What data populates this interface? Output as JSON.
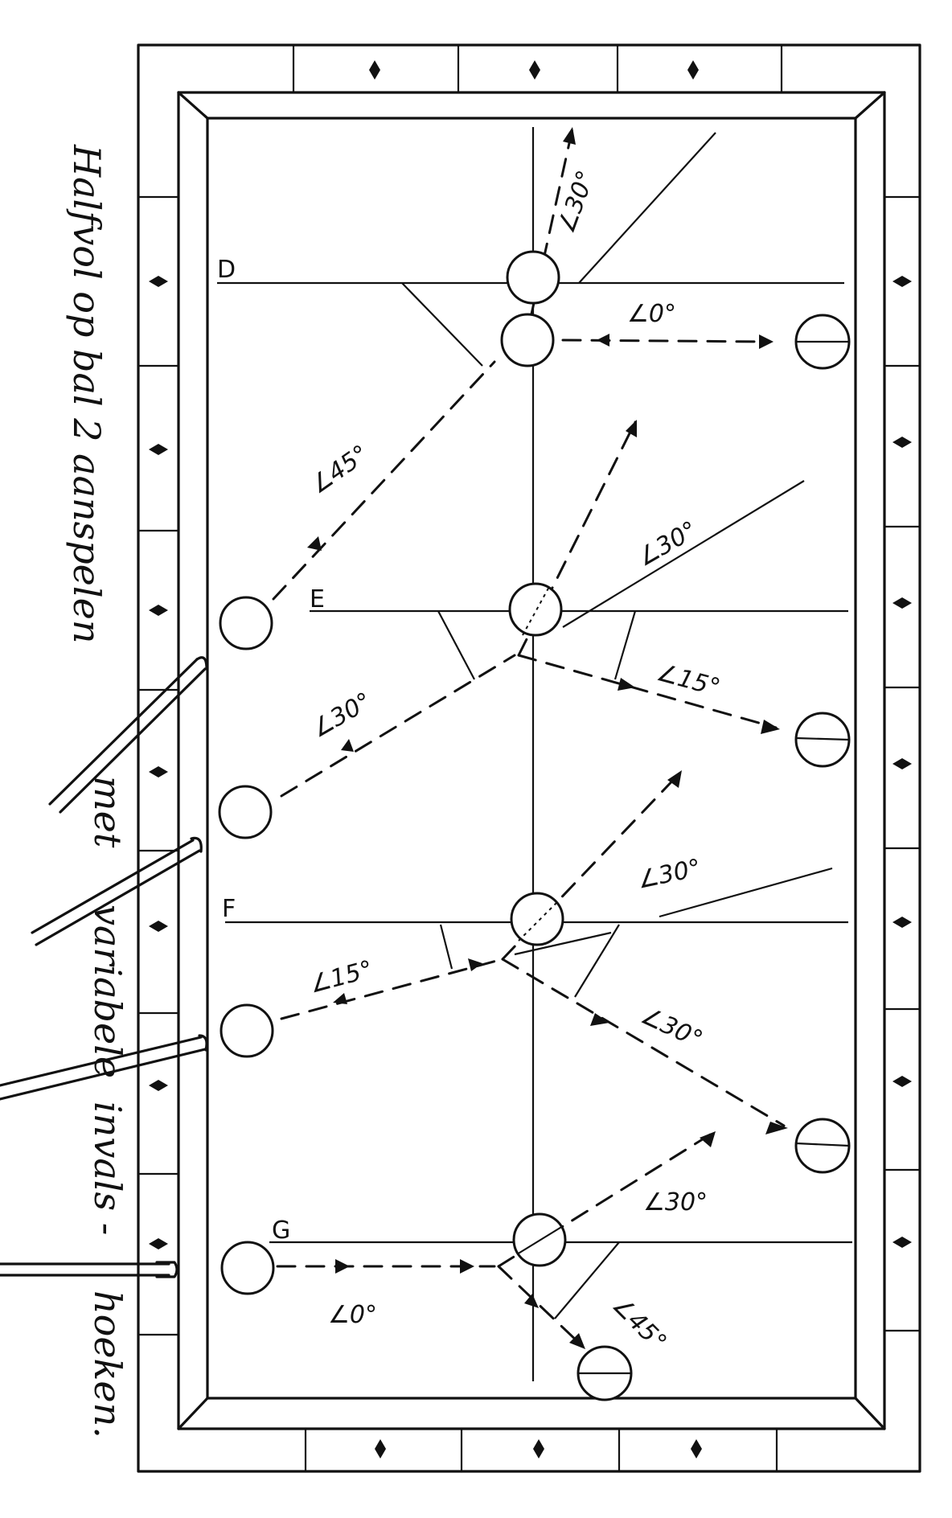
{
  "diagram": {
    "side_caption": [
      "Halfvol op bal 2 aanspelen",
      "met",
      "variabele",
      "invals -",
      "hoeken."
    ],
    "lines": [
      {
        "label": "D",
        "angle_in": "∠45°",
        "angle_out_cue": "∠0°",
        "angle_out_obj": "∠30°"
      },
      {
        "label": "E",
        "angle_in": "∠30°",
        "angle_out_cue": "∠15°",
        "angle_out_obj": "∠30°"
      },
      {
        "label": "F",
        "angle_in": "∠15°",
        "angle_out_cue": "∠30°",
        "angle_out_obj": "∠30°"
      },
      {
        "label": "G",
        "angle_in": "∠0°",
        "angle_out_cue": "∠45°",
        "angle_out_obj": "∠30°"
      }
    ]
  },
  "colors": {
    "ink": "#111111",
    "paper": "#ffffff"
  }
}
